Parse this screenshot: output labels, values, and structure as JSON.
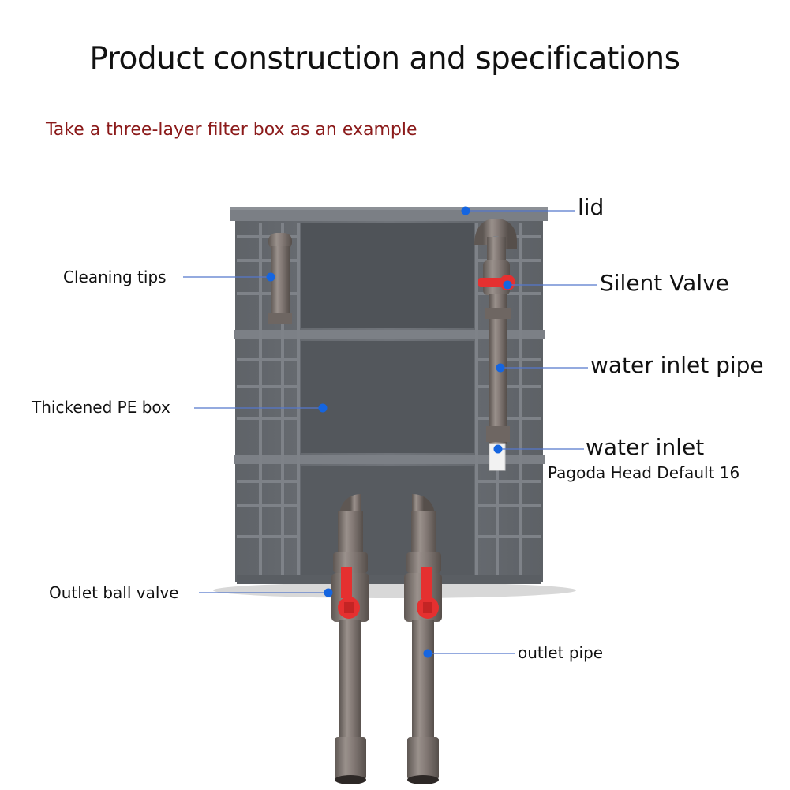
{
  "title": "Product construction and specifications",
  "subtitle": "Take a three-layer filter box as an example",
  "labels": {
    "lid": "lid",
    "silent_valve": "Silent Valve",
    "water_inlet_pipe": "water inlet pipe",
    "water_inlet": "water inlet",
    "pagoda_head": "Pagoda Head Default 16",
    "cleaning_tips": "Cleaning tips",
    "thickened_pe_box": "Thickened PE box",
    "outlet_ball_valve": "Outlet ball valve",
    "outlet_pipe": "outlet pipe"
  },
  "colors": {
    "box_gray": "#6f7378",
    "pipe_gray": "#7d7470",
    "valve_red": "#e53030",
    "marker_blue": "#1565e0",
    "title_text": "#111111",
    "subtitle_text": "#8b1a1a"
  }
}
